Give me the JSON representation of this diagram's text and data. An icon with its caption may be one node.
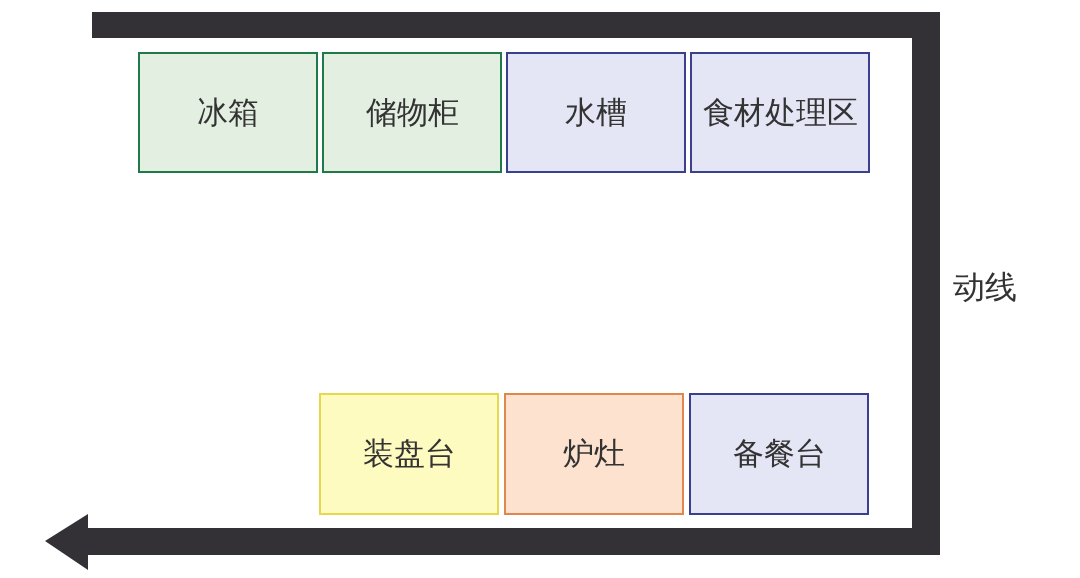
{
  "diagram": {
    "nodes": [
      {
        "text": [
          "冰箱"
        ]
      },
      {
        "text": [
          "储物柜"
        ]
      },
      {
        "text": [
          "水槽"
        ]
      },
      {
        "text": [
          "食材处理区"
        ]
      },
      {
        "text": [
          "装盘台"
        ]
      },
      {
        "text": [
          "炉灶"
        ]
      },
      {
        "text": [
          "备餐台"
        ]
      }
    ],
    "labels": [
      "动线"
    ]
  }
}
